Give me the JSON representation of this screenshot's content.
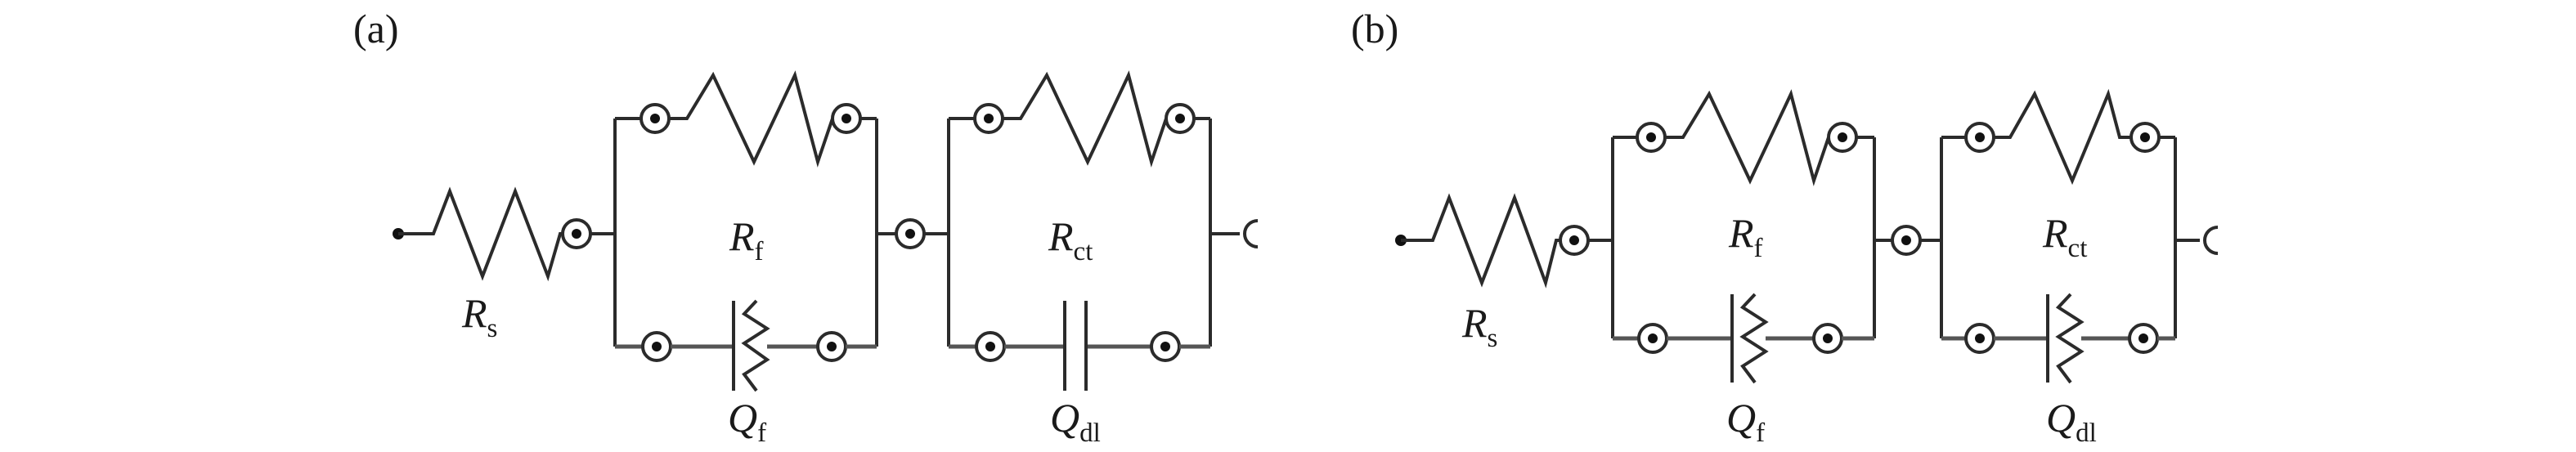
{
  "panels": [
    {
      "label": "(a)",
      "elements": {
        "Rs": {
          "main": "R",
          "sub": "s"
        },
        "Rf": {
          "main": "R",
          "sub": "f"
        },
        "Rct": {
          "main": "R",
          "sub": "ct"
        },
        "Qf": {
          "main": "Q",
          "sub": "f"
        },
        "Qdl": {
          "main": "Q",
          "sub": "dl"
        }
      },
      "dl_symbol": "capacitor"
    },
    {
      "label": "(b)",
      "elements": {
        "Rs": {
          "main": "R",
          "sub": "s"
        },
        "Rf": {
          "main": "R",
          "sub": "f"
        },
        "Rct": {
          "main": "R",
          "sub": "ct"
        },
        "Qf": {
          "main": "Q",
          "sub": "f"
        },
        "Qdl": {
          "main": "Q",
          "sub": "dl"
        }
      },
      "dl_symbol": "cpe"
    }
  ],
  "colors": {
    "wire": "#2b2b2b",
    "cpe_wire": "#555555",
    "text": "#1a1a1a"
  }
}
